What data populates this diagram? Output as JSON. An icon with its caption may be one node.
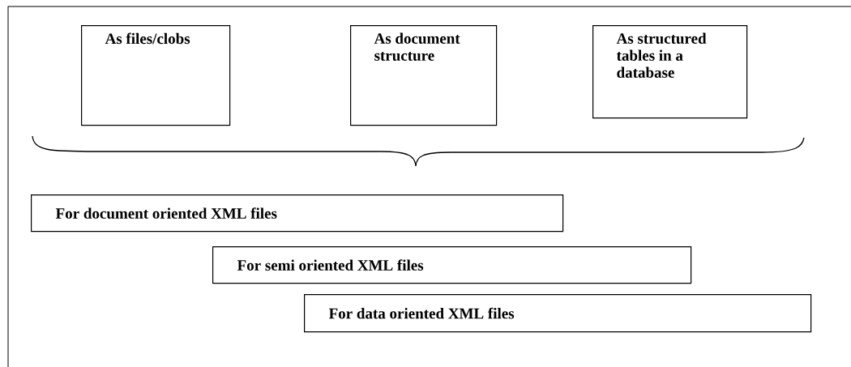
{
  "diagram": {
    "nodes": [
      {
        "text": [
          "As files/clobs"
        ]
      },
      {
        "text": [
          "As document structure"
        ]
      },
      {
        "text": [
          "As structured tables in a database"
        ]
      },
      {
        "text": [
          "For document oriented XML files"
        ]
      },
      {
        "text": [
          "For semi oriented XML files"
        ]
      },
      {
        "text": [
          "For data oriented XML files"
        ]
      }
    ]
  }
}
